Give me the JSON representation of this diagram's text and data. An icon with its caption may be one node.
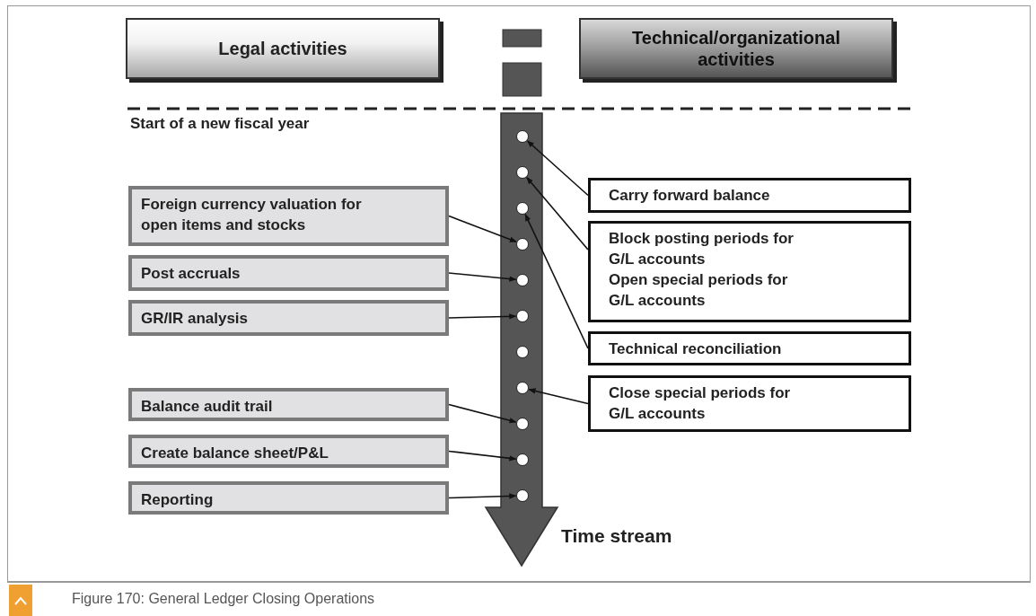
{
  "diagram": {
    "caption": "Figure 170: General Ledger Closing Operations",
    "nodes": [
      {
        "text": [
          "Legal activities"
        ]
      },
      {
        "text": [
          "Technical/organizational activities"
        ]
      },
      {
        "text": [],
        "shape": "circle"
      },
      {
        "text": [],
        "shape": "circle"
      },
      {
        "text": [],
        "shape": "circle"
      },
      {
        "text": [],
        "shape": "circle"
      },
      {
        "text": [],
        "shape": "circle"
      },
      {
        "text": [],
        "shape": "circle"
      },
      {
        "text": [],
        "shape": "circle"
      },
      {
        "text": [],
        "shape": "circle"
      },
      {
        "text": [],
        "shape": "circle"
      },
      {
        "text": [],
        "shape": "circle"
      },
      {
        "text": [],
        "shape": "circle"
      },
      {
        "text": [
          "Carry forward balance"
        ]
      },
      {
        "text": [
          "Foreign currency valuation for open items and stocks"
        ]
      },
      {
        "text": [
          "Block posting periods for G/L accounts",
          "Open special periods for G/L accounts"
        ]
      },
      {
        "text": [
          "Post accruals"
        ]
      },
      {
        "text": [
          "GR/IR analysis"
        ]
      },
      {
        "text": [
          "Technical reconciliation"
        ]
      },
      {
        "text": [
          "Close special periods for G/L accounts"
        ]
      },
      {
        "text": [
          "Balance audit trail"
        ]
      },
      {
        "text": [
          "Create balance sheet/P&L"
        ]
      },
      {
        "text": [
          "Reporting"
        ]
      }
    ],
    "edges": [
      {
        "from": 13,
        "to": 2,
        "arrow": "to"
      },
      {
        "from": 15,
        "to": 3,
        "arrow": "to"
      },
      {
        "from": 18,
        "to": 4,
        "arrow": "to"
      },
      {
        "from": 14,
        "to": 5,
        "arrow": "to"
      },
      {
        "from": 16,
        "to": 6,
        "arrow": "to"
      },
      {
        "from": 17,
        "to": 7,
        "arrow": "to"
      },
      {
        "from": 19,
        "to": 9,
        "arrow": "to"
      },
      {
        "from": 20,
        "to": 10,
        "arrow": "to"
      },
      {
        "from": 21,
        "to": 11,
        "arrow": "to"
      },
      {
        "from": 22,
        "to": 12,
        "arrow": "to"
      }
    ],
    "labels": [
      "Start of a new fiscal year",
      "Time stream"
    ]
  }
}
